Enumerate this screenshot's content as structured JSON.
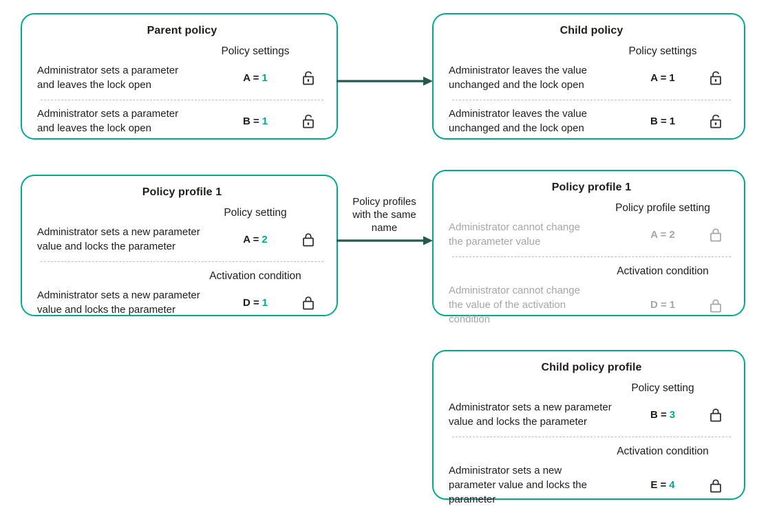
{
  "colors": {
    "box_border": "#00A88E",
    "accent": "#00A88E",
    "arrow": "#23594F",
    "text": "#1D1D1B",
    "muted_text": "#A6A6A6",
    "separator": "#BDBDBD"
  },
  "arrows": {
    "profile_arrow_label": "Policy profiles\nwith the same\nname"
  },
  "boxes": {
    "parent_policy": {
      "title": "Parent policy",
      "section1": {
        "header": "Policy settings",
        "row": {
          "text": "Administrator sets a parameter\nand leaves the lock open",
          "param": "A =",
          "value": "1",
          "lock": "open"
        }
      },
      "section2": {
        "row": {
          "text": "Administrator sets a parameter\nand leaves the lock open",
          "param": "B =",
          "value": "1",
          "lock": "open"
        }
      }
    },
    "child_policy": {
      "title": "Child policy",
      "section1": {
        "header": "Policy settings",
        "row": {
          "text": "Administrator leaves the value\nunchanged and the lock open",
          "param": "A =",
          "value": "1",
          "lock": "open"
        }
      },
      "section2": {
        "row": {
          "text": "Administrator leaves the value\nunchanged and the lock open",
          "param": "B =",
          "value": "1",
          "lock": "open"
        }
      }
    },
    "policy_profile_left": {
      "title": "Policy profile 1",
      "section1": {
        "header": "Policy setting",
        "row": {
          "text": "Administrator sets a new parameter\nvalue and locks the parameter",
          "param": "A =",
          "value": "2",
          "lock": "closed"
        }
      },
      "section2": {
        "header": "Activation condition",
        "row": {
          "text": "Administrator sets a new parameter\nvalue and locks the parameter",
          "param": "D =",
          "value": "1",
          "lock": "closed"
        }
      }
    },
    "policy_profile_right": {
      "title": "Policy profile 1",
      "section1": {
        "header": "Policy profile setting",
        "row": {
          "text": "Administrator cannot change\nthe parameter value",
          "param": "A =",
          "value": "2",
          "lock": "closed"
        }
      },
      "section2": {
        "header": "Activation condition",
        "row": {
          "text": "Administrator cannot change\nthe value of the activation\ncondition",
          "param": "D =",
          "value": "1",
          "lock": "closed"
        }
      }
    },
    "child_policy_profile": {
      "title": "Child policy profile",
      "section1": {
        "header": "Policy setting",
        "row": {
          "text": "Administrator sets a new parameter\nvalue and locks the parameter",
          "param": "B =",
          "value": "3",
          "lock": "closed"
        }
      },
      "section2": {
        "header": "Activation condition",
        "row": {
          "text": "Administrator sets a new\nparameter value and locks the\nparameter",
          "param": "E =",
          "value": "4",
          "lock": "closed"
        }
      }
    }
  }
}
